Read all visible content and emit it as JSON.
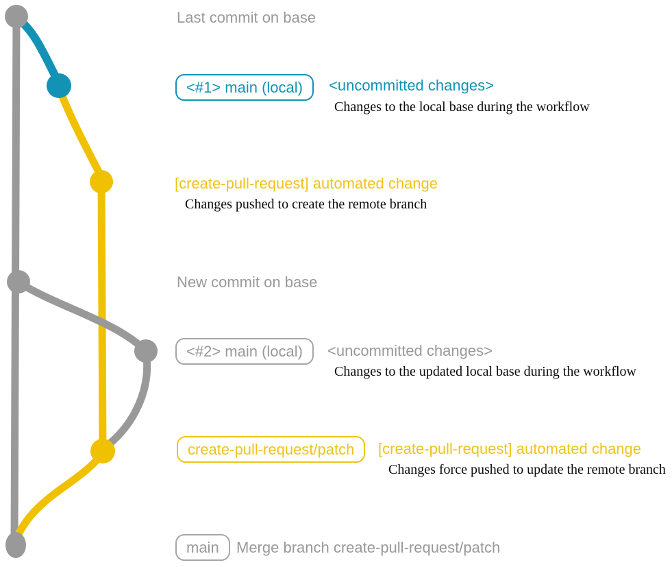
{
  "diagram_title": "create-pull-request git workflow graph",
  "colors": {
    "base_branch_gray": "#999999",
    "local_main_blue": "#1392b5",
    "pr_branch_yellow": "#efc100",
    "caption_black": "#0a0a0a"
  },
  "graph": {
    "nodes": [
      {
        "name": "last-commit-on-base",
        "color": "gray"
      },
      {
        "name": "local-main-1",
        "color": "blue"
      },
      {
        "name": "automated-change-1",
        "color": "yellow"
      },
      {
        "name": "new-commit-on-base",
        "color": "gray"
      },
      {
        "name": "local-main-2",
        "color": "gray"
      },
      {
        "name": "automated-change-2",
        "color": "yellow"
      },
      {
        "name": "merge-commit",
        "color": "gray"
      }
    ]
  },
  "rows": {
    "last_commit": {
      "label": "Last commit on base"
    },
    "row1": {
      "badge": "<#1> main (local)",
      "heading": "<uncommitted changes>",
      "caption": "Changes to the local base during the workflow"
    },
    "row2": {
      "heading": "[create-pull-request] automated change",
      "caption": "Changes pushed to create the remote branch"
    },
    "new_commit": {
      "label": "New commit on base"
    },
    "row3": {
      "badge": "<#2> main (local)",
      "heading": "<uncommitted changes>",
      "caption": "Changes to the updated local base during the workflow"
    },
    "row4": {
      "badge": "create-pull-request/patch",
      "heading": "[create-pull-request] automated change",
      "caption": "Changes force pushed to update the remote branch"
    },
    "row5": {
      "badge": "main",
      "text": "Merge branch create-pull-request/patch"
    }
  }
}
